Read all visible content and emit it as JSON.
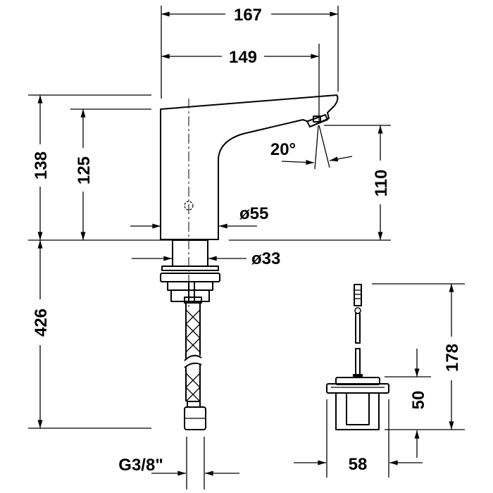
{
  "drawing": {
    "dimensions": {
      "overall_length": "167",
      "spout_reach": "149",
      "spray_angle": "20°",
      "overall_height": "138",
      "body_height": "125",
      "spout_height": "110",
      "body_diameter": "ø55",
      "shank_diameter": "ø33",
      "hose_length": "426",
      "connection_thread": "G3/8\"",
      "control_box_total_height": "178",
      "control_box_height": "50",
      "control_box_width": "58"
    }
  }
}
